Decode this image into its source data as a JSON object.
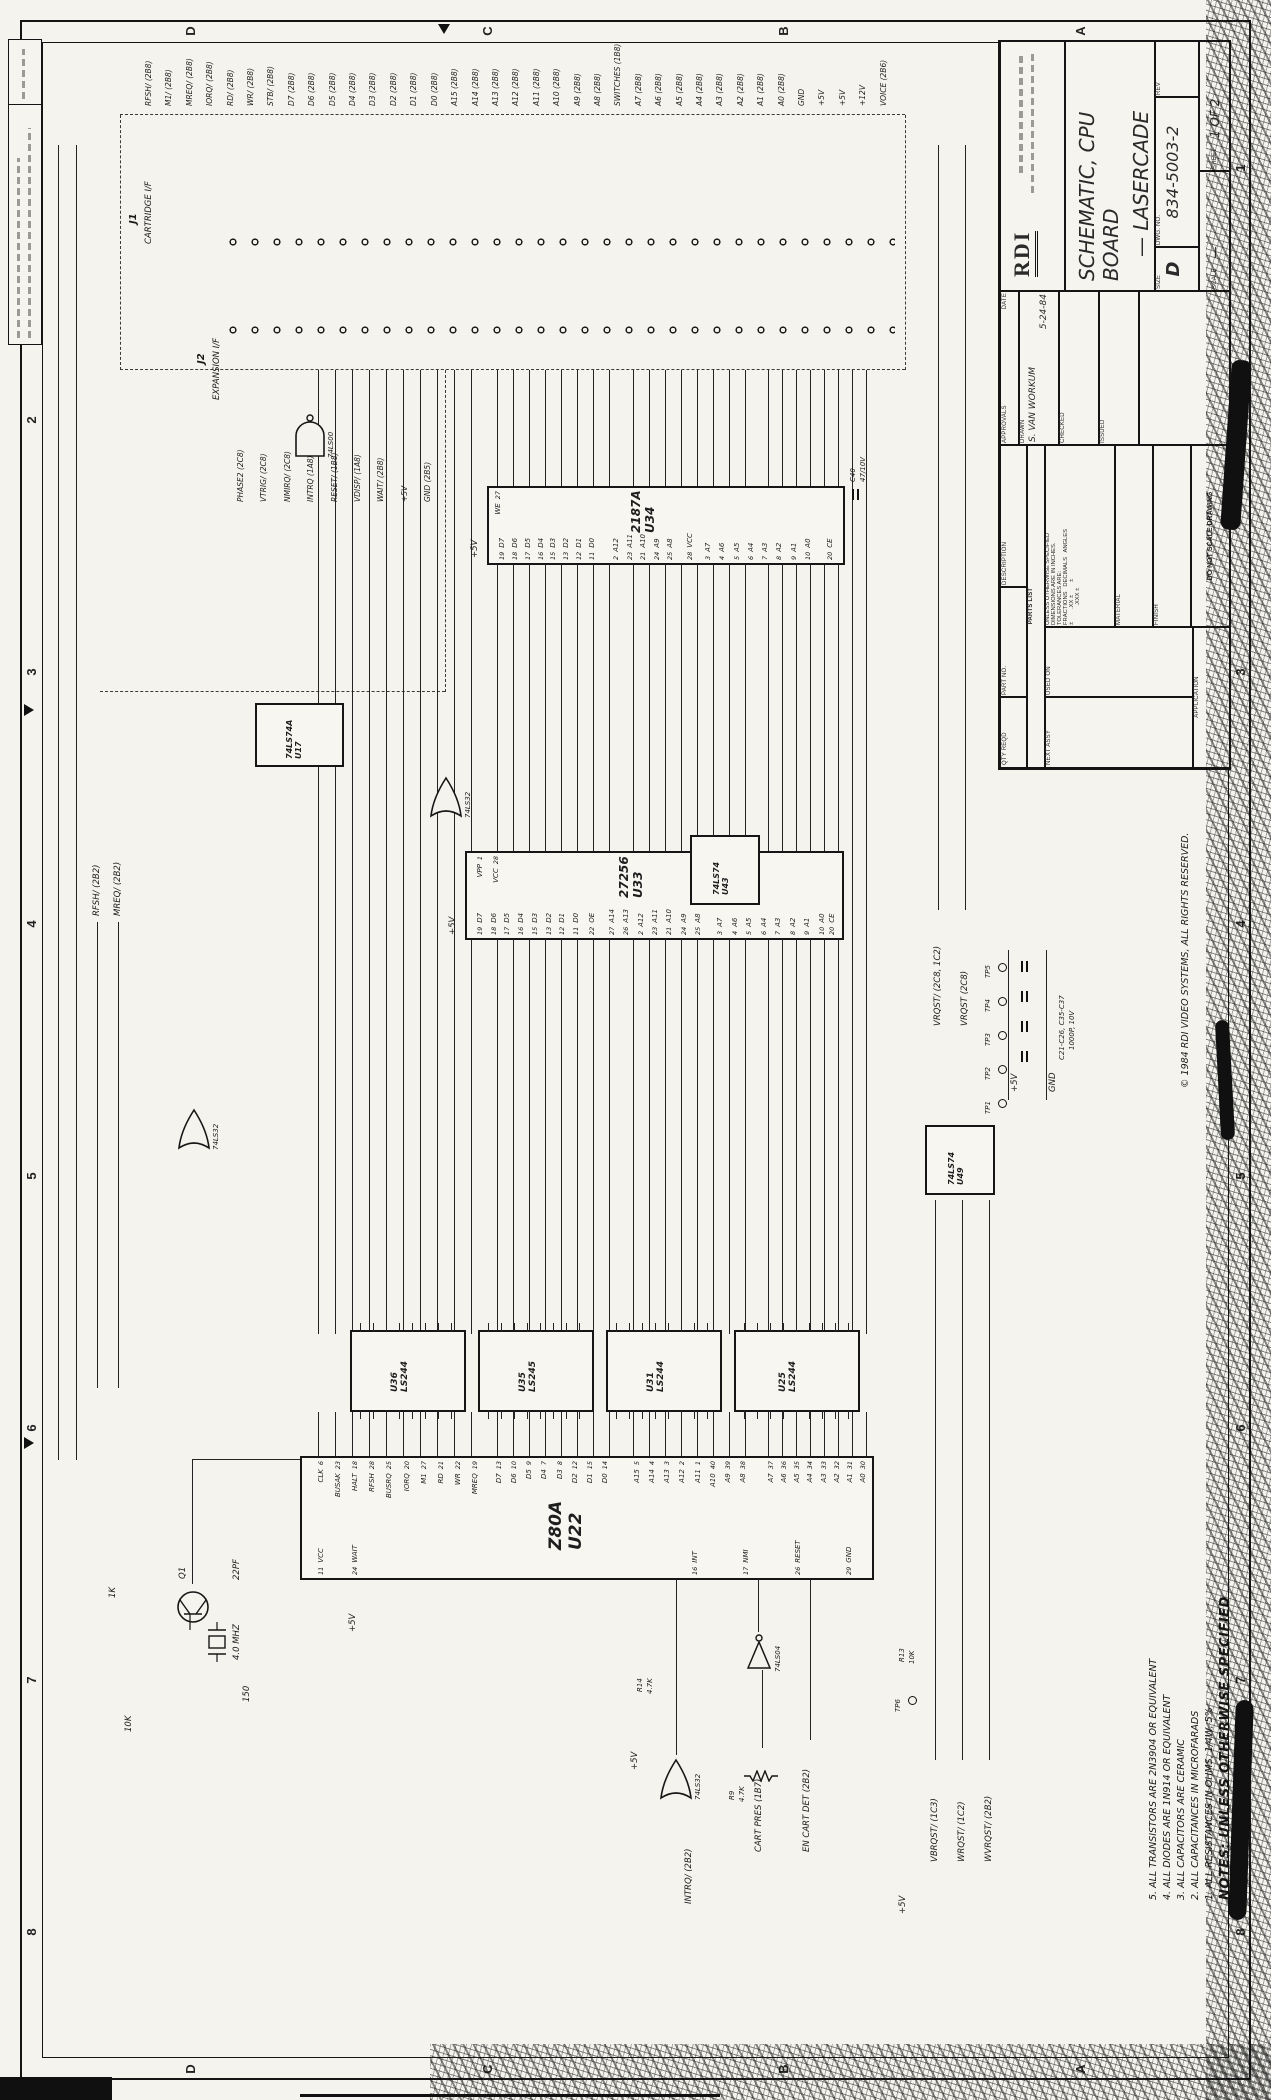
{
  "zones": {
    "cols": [
      "8",
      "7",
      "6",
      "5",
      "4",
      "3",
      "2",
      "1"
    ],
    "rows": [
      "D",
      "C",
      "B",
      "A"
    ]
  },
  "title_block": {
    "company": "RDI",
    "title_line1": "SCHEMATIC, CPU BOARD",
    "title_line2": "— LASERCADE",
    "size_label": "SIZE",
    "size": "D",
    "dwg_label": "DWG. NO.",
    "dwg_no": "834-5003-2",
    "rev_label": "REV",
    "scale_label": "SCALE",
    "scale_value": "—",
    "sheet_label": "SHEET",
    "sheet_value": "1 OF 2",
    "approvals_label": "APPROVALS",
    "date_label": "DATE",
    "drawn_label": "DRAWN",
    "drawn_by": "S. VAN WORKUM",
    "drawn_date": "5-24-84",
    "checked_label": "CHECKED",
    "issued_label": "ISSUED",
    "tolerance_lines": [
      "UNLESS OTHERWISE SPECIFIED",
      "DIMENSIONS ARE IN INCHES.",
      "TOLERANCES ARE:",
      "FRACTIONS   DECIMALS   ANGLES",
      "±        .XX ±        ±",
      "            .XXX ±"
    ],
    "material_label": "MATERIAL",
    "finish_label": "FINISH",
    "do_not_scale": "DO NOT SCALE DRAWING",
    "next_assy": "NEXT ASSY",
    "used_on": "USED ON",
    "application_label": "APPLICATION",
    "qty_label": "QTY REQD",
    "part_no_label": "PART NO.",
    "description_label": "DESCRIPTION",
    "parts_list_label": "PARTS LIST"
  },
  "notes": {
    "header": "NOTES: UNLESS OTHERWISE SPECIFIED",
    "items": [
      "1. ALL RESISTANCES IN OHMS, 1/4W, 5%",
      "2. ALL CAPACITANCES IN MICROFARADS",
      "3. ALL CAPACITORS ARE CERAMIC",
      "4. ALL DIODES ARE 1N914 OR EQUIVALENT",
      "5. ALL TRANSISTORS ARE 2N3904 OR EQUIVALENT"
    ]
  },
  "copyright": "© 1984 RDI VIDEO SYSTEMS, ALL RIGHTS RESERVED.",
  "connector": {
    "j1_ref": "J1",
    "j1_label": "CARTRIDGE I/F",
    "j2_ref": "J2",
    "j2_label": "EXPANSION I/F",
    "right_labels": [
      "RFSH/ (2B8)",
      "M1/ (2B8)",
      "MREQ/ (2B8)",
      "IORQ/ (2B8)",
      "RD/ (2B8)",
      "WR/ (2B8)",
      "STB/ (2B8)",
      "D7 (2B8)",
      "D6 (2B8)",
      "D5 (2B8)",
      "D4 (2B8)",
      "D3 (2B8)",
      "D2 (2B8)",
      "D1 (2B8)",
      "D0 (2B8)",
      "A15 (2B8)",
      "A14 (2B8)",
      "A13 (2B8)",
      "A12 (2B8)",
      "A11 (2B8)",
      "A10 (2B8)",
      "A9 (2B8)",
      "A8 (2B8)",
      "SWITCHES (1B8)",
      "A7 (2B8)",
      "A6 (2B8)",
      "A5 (2B8)",
      "A4 (2B8)",
      "A3 (2B8)",
      "A2 (2B8)",
      "A1 (2B8)",
      "A0 (2B8)",
      "GND",
      "+5V",
      "+5V",
      "+12V",
      "VOICE (2B6)"
    ],
    "inner_labels": [
      "PHASE2 (2C8)",
      "VTRIG/ (2C8)",
      "NMIRQ/ (2C8)",
      "INTRQ (1A8)",
      "RESET/ (1B8)",
      "VDISP/ (1A8)",
      "WAIT/ (2B8)",
      "+5V",
      "GND (2B5)"
    ]
  },
  "ics": {
    "u22": {
      "part": "Z80A",
      "ref": "U22",
      "ctrl": [
        {
          "n": "CLK",
          "p": "6"
        },
        {
          "n": "BUSAK",
          "p": "23"
        },
        {
          "n": "HALT",
          "p": "18"
        },
        {
          "n": "RFSH",
          "p": "28"
        },
        {
          "n": "BUSRQ",
          "p": "25"
        },
        {
          "n": "IORQ",
          "p": "20"
        },
        {
          "n": "M1",
          "p": "27"
        },
        {
          "n": "RD",
          "p": "21"
        },
        {
          "n": "WR",
          "p": "22"
        },
        {
          "n": "MREQ",
          "p": "19"
        }
      ],
      "data": [
        {
          "n": "D7",
          "p": "13"
        },
        {
          "n": "D6",
          "p": "10"
        },
        {
          "n": "D5",
          "p": "9"
        },
        {
          "n": "D4",
          "p": "7"
        },
        {
          "n": "D3",
          "p": "8"
        },
        {
          "n": "D2",
          "p": "12"
        },
        {
          "n": "D1",
          "p": "15"
        },
        {
          "n": "D0",
          "p": "14"
        }
      ],
      "addr_hi": [
        {
          "n": "A15",
          "p": "5"
        },
        {
          "n": "A14",
          "p": "4"
        },
        {
          "n": "A13",
          "p": "3"
        },
        {
          "n": "A12",
          "p": "2"
        },
        {
          "n": "A11",
          "p": "1"
        },
        {
          "n": "A10",
          "p": "40"
        },
        {
          "n": "A9",
          "p": "39"
        },
        {
          "n": "A8",
          "p": "38"
        }
      ],
      "addr_lo": [
        {
          "n": "A7",
          "p": "37"
        },
        {
          "n": "A6",
          "p": "36"
        },
        {
          "n": "A5",
          "p": "35"
        },
        {
          "n": "A4",
          "p": "34"
        },
        {
          "n": "A3",
          "p": "33"
        },
        {
          "n": "A2",
          "p": "32"
        },
        {
          "n": "A1",
          "p": "31"
        },
        {
          "n": "A0",
          "p": "30"
        }
      ],
      "left_top": [
        {
          "n": "VCC",
          "p": "11"
        },
        {
          "n": "WAIT",
          "p": "24"
        }
      ],
      "left_bot": [
        {
          "n": "INT",
          "p": "16"
        },
        {
          "n": "NMI",
          "p": "17"
        },
        {
          "n": "RESET",
          "p": "26"
        },
        {
          "n": "GND",
          "p": "29"
        }
      ]
    },
    "u36": {
      "part": "LS244",
      "ref": "U36"
    },
    "u35": {
      "part": "LS245",
      "ref": "U35"
    },
    "u31": {
      "part": "LS244",
      "ref": "U31"
    },
    "u25": {
      "part": "LS244",
      "ref": "U25"
    },
    "u33": {
      "part": "27256",
      "ref": "U33",
      "data": [
        {
          "n": "D7",
          "p": "19"
        },
        {
          "n": "D6",
          "p": "18"
        },
        {
          "n": "D5",
          "p": "17"
        },
        {
          "n": "D4",
          "p": "16"
        },
        {
          "n": "D3",
          "p": "15"
        },
        {
          "n": "D2",
          "p": "13"
        },
        {
          "n": "D1",
          "p": "12"
        },
        {
          "n": "D0",
          "p": "11"
        }
      ],
      "oe": {
        "n": "OE",
        "p": "22"
      },
      "ce": {
        "n": "CE",
        "p": "20"
      },
      "vpp": {
        "n": "VPP",
        "p": "1"
      },
      "vcc": {
        "n": "VCC",
        "p": "28"
      },
      "addr_hi": [
        {
          "n": "A14",
          "p": "27"
        },
        {
          "n": "A13",
          "p": "26"
        },
        {
          "n": "A12",
          "p": "2"
        },
        {
          "n": "A11",
          "p": "23"
        },
        {
          "n": "A10",
          "p": "21"
        },
        {
          "n": "A9",
          "p": "24"
        },
        {
          "n": "A8",
          "p": "25"
        }
      ],
      "addr_lo": [
        {
          "n": "A7",
          "p": "3"
        },
        {
          "n": "A6",
          "p": "4"
        },
        {
          "n": "A5",
          "p": "5"
        },
        {
          "n": "A4",
          "p": "6"
        },
        {
          "n": "A3",
          "p": "7"
        },
        {
          "n": "A2",
          "p": "8"
        },
        {
          "n": "A1",
          "p": "9"
        },
        {
          "n": "A0",
          "p": "10"
        }
      ]
    },
    "u34": {
      "part": "2187A",
      "ref": "U34",
      "data": [
        {
          "n": "D7",
          "p": "19"
        },
        {
          "n": "D6",
          "p": "18"
        },
        {
          "n": "D5",
          "p": "17"
        },
        {
          "n": "D4",
          "p": "16"
        },
        {
          "n": "D3",
          "p": "15"
        },
        {
          "n": "D2",
          "p": "13"
        },
        {
          "n": "D1",
          "p": "12"
        },
        {
          "n": "D0",
          "p": "11"
        }
      ],
      "addr_hi": [
        {
          "n": "A12",
          "p": "2"
        },
        {
          "n": "A11",
          "p": "23"
        },
        {
          "n": "A10",
          "p": "21"
        },
        {
          "n": "A9",
          "p": "24"
        },
        {
          "n": "A8",
          "p": "25"
        }
      ],
      "addr_lo": [
        {
          "n": "A7",
          "p": "3"
        },
        {
          "n": "A6",
          "p": "4"
        },
        {
          "n": "A5",
          "p": "5"
        },
        {
          "n": "A4",
          "p": "6"
        },
        {
          "n": "A3",
          "p": "7"
        },
        {
          "n": "A2",
          "p": "8"
        },
        {
          "n": "A1",
          "p": "9"
        },
        {
          "n": "A0",
          "p": "10"
        }
      ],
      "we": {
        "n": "WE",
        "p": "27"
      },
      "ce": {
        "n": "CE",
        "p": "20"
      },
      "vcc": {
        "n": "VCC",
        "p": "28"
      }
    },
    "u17": {
      "part": "74LS74A",
      "ref": "U17"
    },
    "u43": {
      "part": "74LS74",
      "ref": "U43"
    },
    "u49": {
      "part": "74LS74",
      "ref": "U49"
    }
  },
  "gates": {
    "g1": "74LS32",
    "g2": "74LS04",
    "g3": "74LS32",
    "g4": "74LS00",
    "g5": "74LS32"
  },
  "signals": {
    "rfsh": "RFSH/ (2B2)",
    "mreq": "MREQ/ (2B2)",
    "vrqst_bar": "VRQST/ (2C8, 1C2)",
    "vrqst": "VRQST (2C8)",
    "intrq": "INTRQ/ (2B2)",
    "cart_pres": "CART PRES (1B7)",
    "en_cart_det": "EN CART DET (2B2)",
    "vbrqst": "VBRQST/ (1C3)",
    "wrqst": "WRQST/ (1C2)",
    "wvrqst": "WVRQST/ (2B2)"
  },
  "labels": {
    "q1": "Q1",
    "xtal": "4.0 MHZ",
    "r_1k": "1K",
    "r_10k": "10K",
    "r_150": "150",
    "c_22pf": "22PF",
    "r9": "R9",
    "r9_val": "4.7K",
    "r13": "R13",
    "r13_val": "10K",
    "r14": "R14",
    "r14_val": "4.7K",
    "c40": "C40",
    "c40_val": "47/10V",
    "caps_group": "C21-C26, C35-C37",
    "caps_val": "1000P, 10V",
    "tp1": "TP1",
    "tp2": "TP2",
    "tp3": "TP3",
    "tp4": "TP4",
    "tp5": "TP5",
    "tp6": "TP6",
    "p5v": "+5V",
    "gnd": "GND"
  }
}
